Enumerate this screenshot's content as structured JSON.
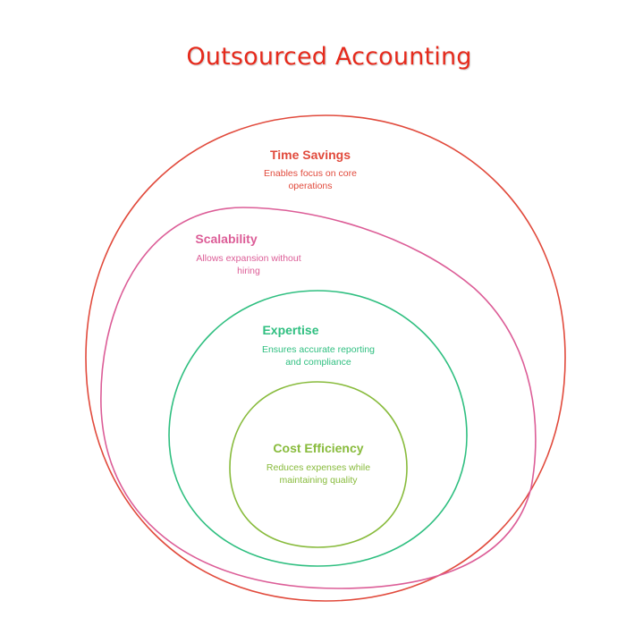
{
  "title": "Outsourced Accounting",
  "layers": [
    {
      "heading": "Time Savings",
      "description": "Enables focus on core operations",
      "color": "#e14a3c"
    },
    {
      "heading": "Scalability",
      "description": "Allows expansion without hiring",
      "color": "#dc5d97"
    },
    {
      "heading": "Expertise",
      "description": "Ensures accurate reporting and compliance",
      "color": "#2fbf80"
    },
    {
      "heading": "Cost Efficiency",
      "description": "Reduces expenses while maintaining quality",
      "color": "#88bb3c"
    }
  ]
}
